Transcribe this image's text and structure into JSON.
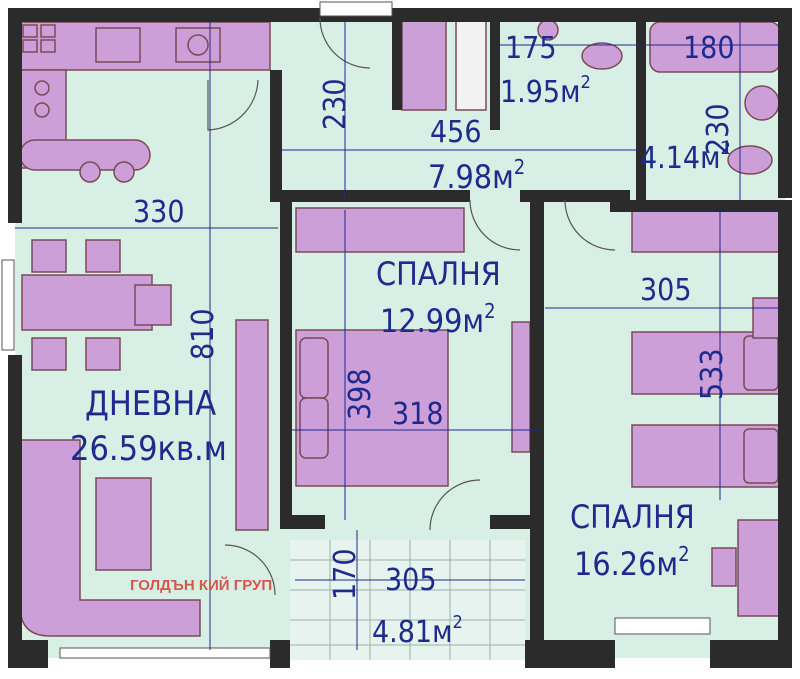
{
  "rooms": {
    "living": {
      "name": "ДНЕВНА",
      "area": "26.59кв.м"
    },
    "bedroom1": {
      "name": "СПАЛНЯ",
      "area": "12.99м",
      "sup": "2"
    },
    "bedroom2": {
      "name": "СПАЛНЯ",
      "area": "16.26м",
      "sup": "2"
    },
    "hall": {
      "area": "7.98м",
      "sup": "2"
    },
    "wc": {
      "area": "1.95м",
      "sup": "2"
    },
    "bath": {
      "area": "4.14м",
      "sup": "2"
    },
    "balcony": {
      "area": "4.81м",
      "sup": "2"
    }
  },
  "dimensions": {
    "living_width": "330",
    "living_height": "810",
    "hall_length": "456",
    "hall_height": "230",
    "wc_width": "175",
    "bath_width": "180",
    "bath_height": "230",
    "bed1_width": "318",
    "bed1_height": "398",
    "bed2_width": "305",
    "bed2_height": "533",
    "balcony_width": "305",
    "balcony_height": "170"
  },
  "watermark": "ГОЛДЪН КИЙ ГРУП",
  "colors": {
    "floor": "#d8efe6",
    "wall": "#2b2b2b",
    "furniture": "#cd9fd8",
    "outline": "#7a4a55",
    "dimension": "#1e2a8c",
    "watermark": "#d15a4a"
  }
}
